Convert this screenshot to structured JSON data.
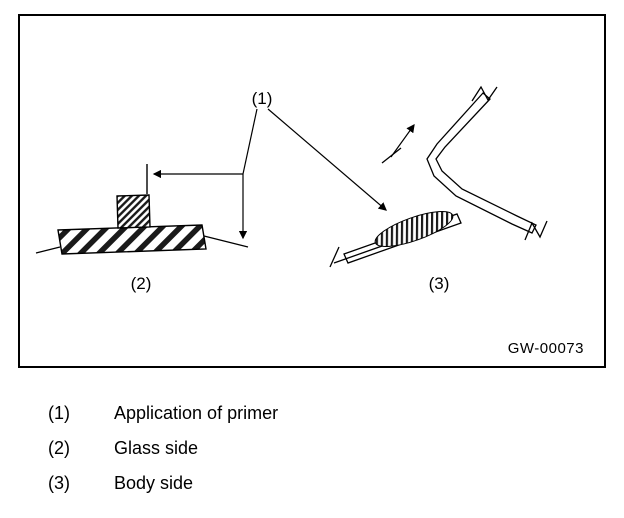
{
  "figure": {
    "code": "GW-00073",
    "callout_1": "(1)",
    "callout_2": "(2)",
    "callout_3": "(3)"
  },
  "legend": [
    {
      "num": "(1)",
      "label": "Application of primer"
    },
    {
      "num": "(2)",
      "label": "Glass side"
    },
    {
      "num": "(3)",
      "label": "Body side"
    }
  ]
}
